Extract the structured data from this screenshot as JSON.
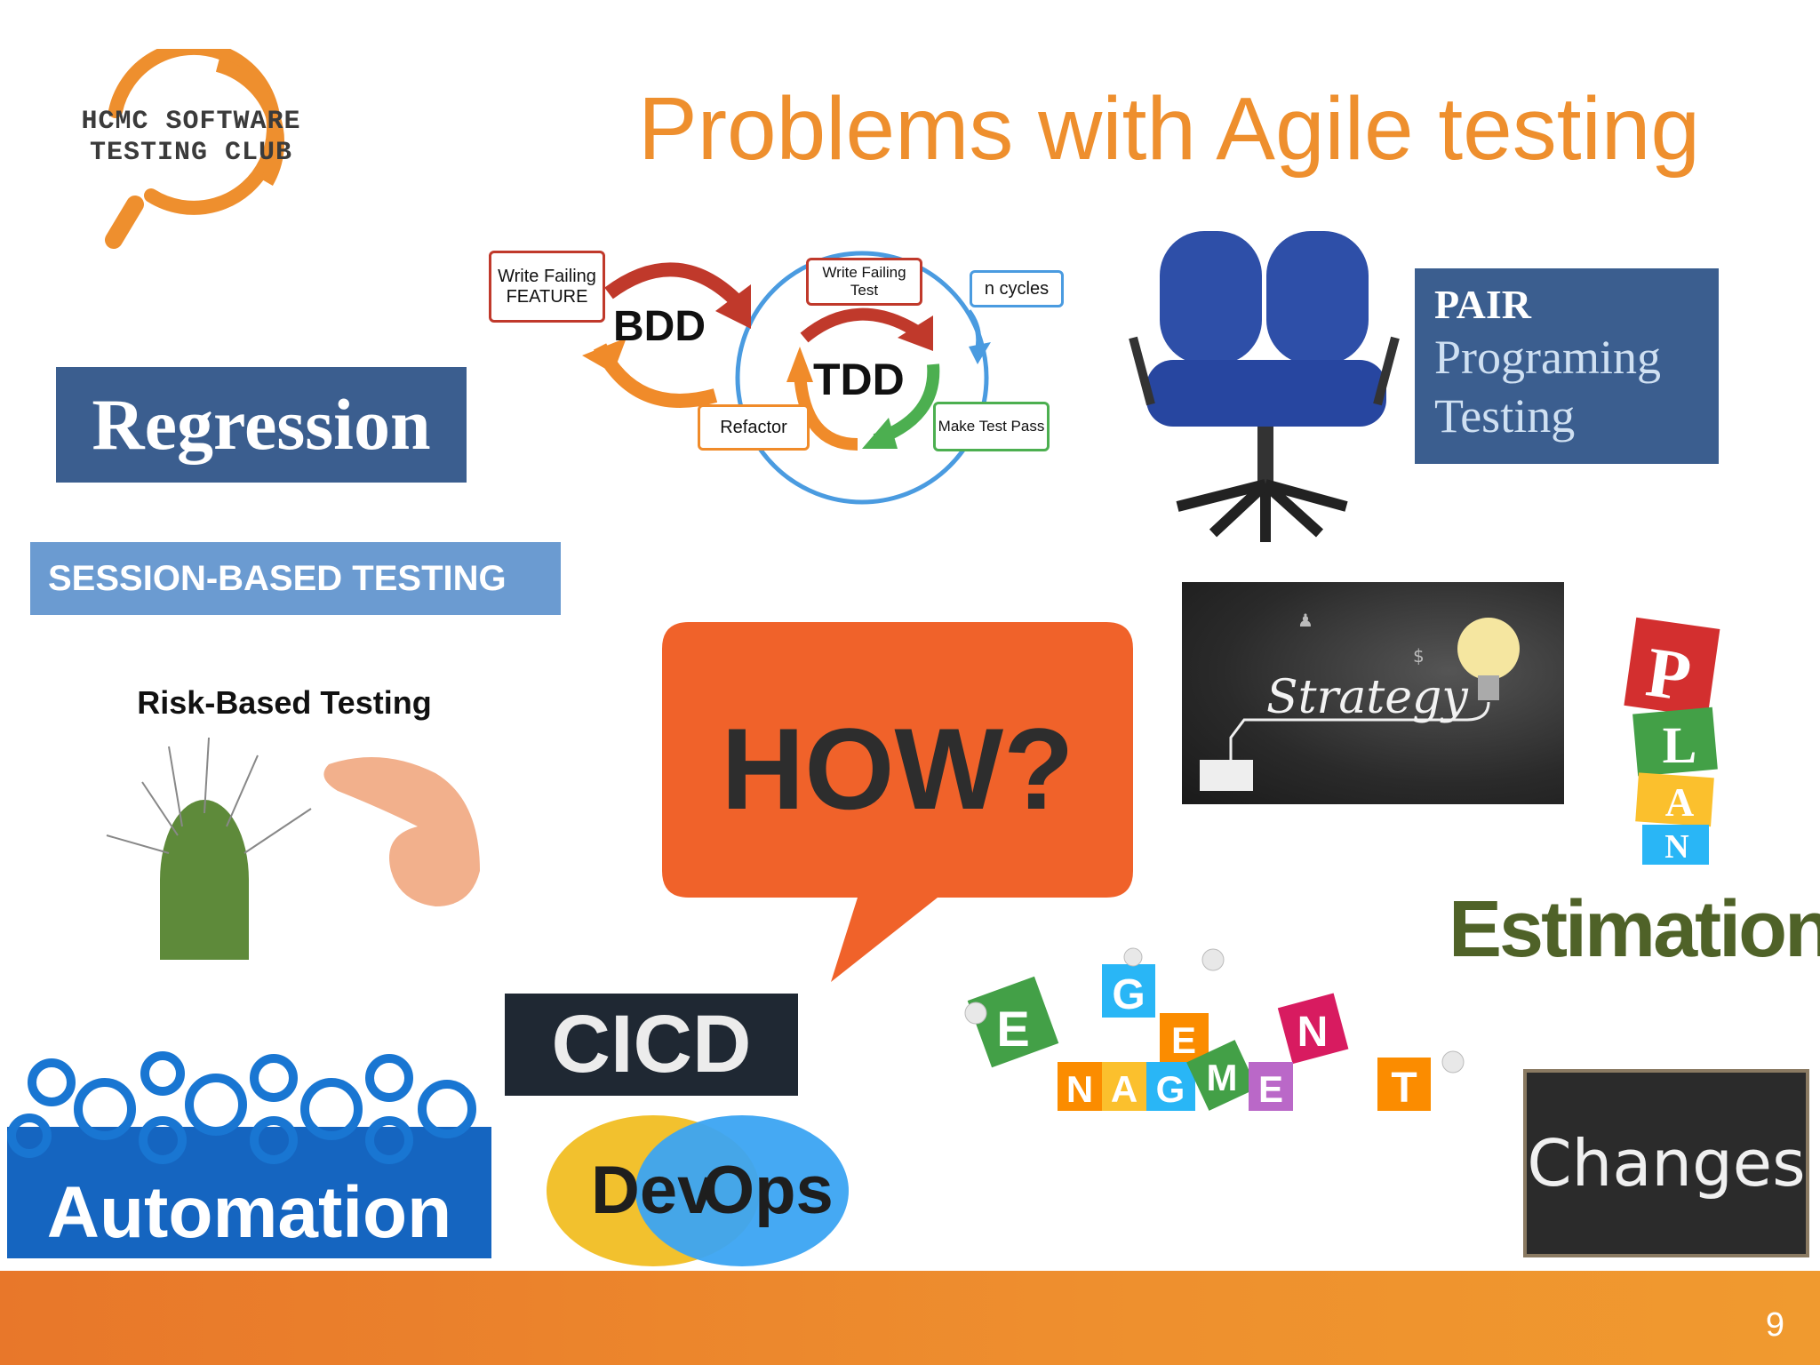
{
  "slide": {
    "title": "Problems with Agile testing",
    "page_number": "9"
  },
  "logo": {
    "line1": "HCMC SOFTWARE",
    "line2": "TESTING CLUB"
  },
  "left": {
    "regression": "Regression",
    "session": "SESSION-BASED TESTING",
    "risk": "Risk-Based Testing"
  },
  "tdd": {
    "write_feature": "Write Failing FEATURE",
    "bdd": "BDD",
    "write_test": "Write Failing Test",
    "n_cycles": "n cycles",
    "tdd": "TDD",
    "refactor": "Refactor",
    "make_pass": "Make Test Pass"
  },
  "pair": {
    "l1": "PAIR",
    "l2": "Programing",
    "l3": "Testing"
  },
  "center": {
    "how": "HOW?"
  },
  "strategy": {
    "text": "Strategy"
  },
  "plan": {
    "letters": [
      "P",
      "L",
      "A",
      "N"
    ]
  },
  "estimation": "Estimation",
  "cicd": "CICD",
  "devops": {
    "dev": "Dev",
    "ops": "Ops"
  },
  "automation": "Automation",
  "management": {
    "letters": [
      "E",
      "G",
      "E",
      "N",
      "N",
      "A",
      "G",
      "M",
      "E",
      "T"
    ]
  },
  "changes": "Changes",
  "colors": {
    "title_orange": "#EE8F2E",
    "navy": "#3B5E8F",
    "light_blue": "#6B9BD1",
    "how_orange": "#F0622A",
    "estimation_green": "#4F6228"
  }
}
